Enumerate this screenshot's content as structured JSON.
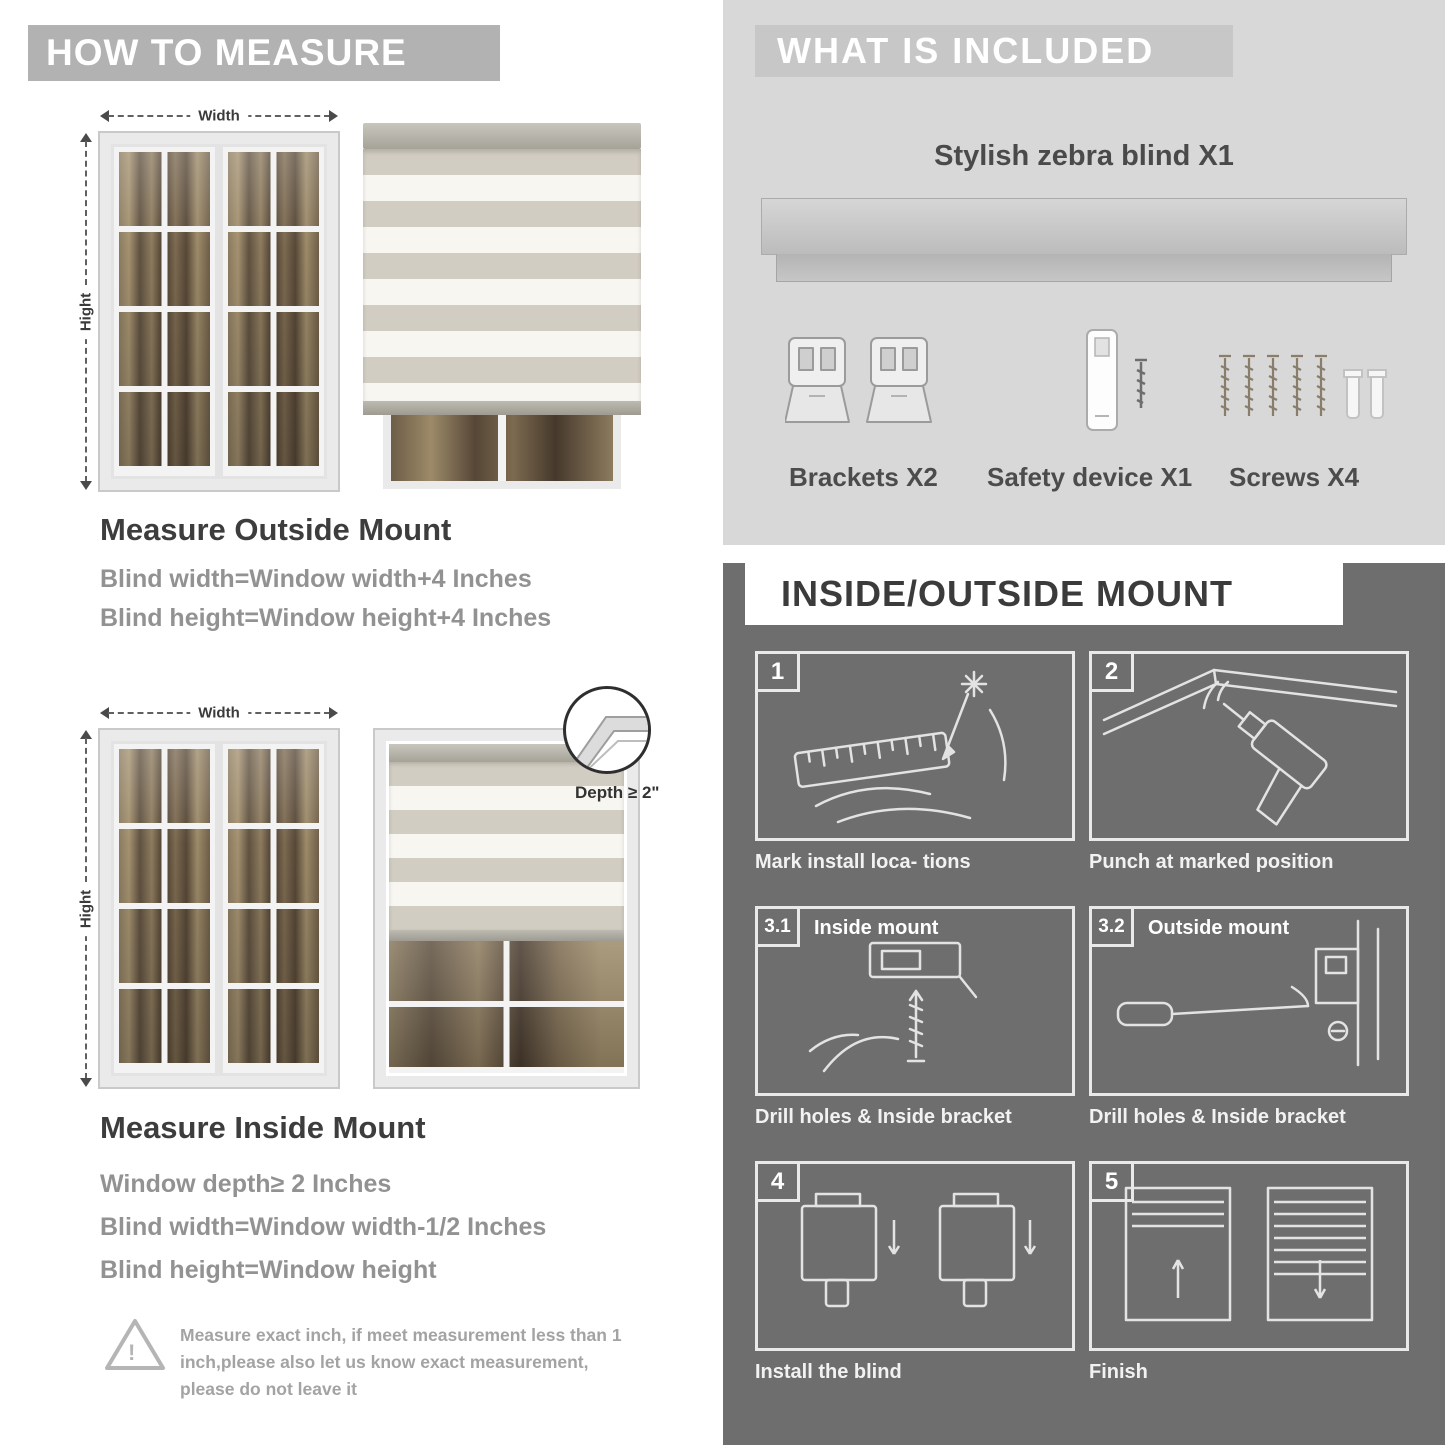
{
  "left": {
    "header": "HOW TO MEASURE",
    "labels": {
      "width": "Width",
      "height": "Hight",
      "depth": "Depth ≥ 2\""
    },
    "outside_mount": {
      "title": "Measure Outside Mount",
      "lines": [
        "Blind width=Window width+4 Inches",
        "Blind height=Window height+4 Inches"
      ]
    },
    "inside_mount": {
      "title": "Measure Inside Mount",
      "lines": [
        "Window depth≥ 2 Inches",
        "Blind width=Window width-1/2 Inches",
        "Blind height=Window height"
      ]
    },
    "warning": {
      "mark": "!",
      "text": "Measure exact inch, if meet measurement less than 1 inch,please also let us know exact measurement, please do not leave it"
    }
  },
  "right": {
    "included": {
      "header": "WHAT IS INCLUDED",
      "product_label": "Stylish zebra blind X1",
      "parts": [
        {
          "label": "Brackets X2"
        },
        {
          "label": "Safety device X1"
        },
        {
          "label": "Screws X4"
        }
      ]
    },
    "mount_guide": {
      "header": "INSIDE/OUTSIDE MOUNT",
      "steps": [
        {
          "num": "1",
          "title": "",
          "caption": "Mark install loca- tions"
        },
        {
          "num": "2",
          "title": "",
          "caption": "Punch at  marked position"
        },
        {
          "num": "3.1",
          "title": "Inside mount",
          "caption": "Drill holes &  Inside bracket"
        },
        {
          "num": "3.2",
          "title": "Outside mount",
          "caption": "Drill holes &  Inside bracket"
        },
        {
          "num": "4",
          "title": "",
          "caption": "Install the blind"
        },
        {
          "num": "5",
          "title": "",
          "caption": "Finish"
        }
      ]
    }
  },
  "colors": {
    "header_gray": "#b2b2b2",
    "included_bg": "#d8d8d8",
    "mount_bg": "#6e6e6e",
    "heading_text": "#3d3d3d",
    "body_text": "#929292"
  }
}
